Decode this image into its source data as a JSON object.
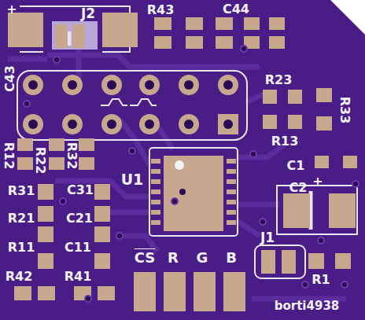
{
  "diagram": {
    "labels": [
      "+",
      "J2",
      "R43",
      "C44",
      "C43",
      "R23",
      "R33",
      "R13",
      "R12",
      "R22",
      "R32",
      "U1",
      "C1",
      "C2",
      "+",
      "R31",
      "C31",
      "R21",
      "C21",
      "R11",
      "C11",
      "J1",
      "R42",
      "R41",
      "CS",
      "R",
      "G",
      "B",
      "R1",
      "borti4938"
    ]
  }
}
